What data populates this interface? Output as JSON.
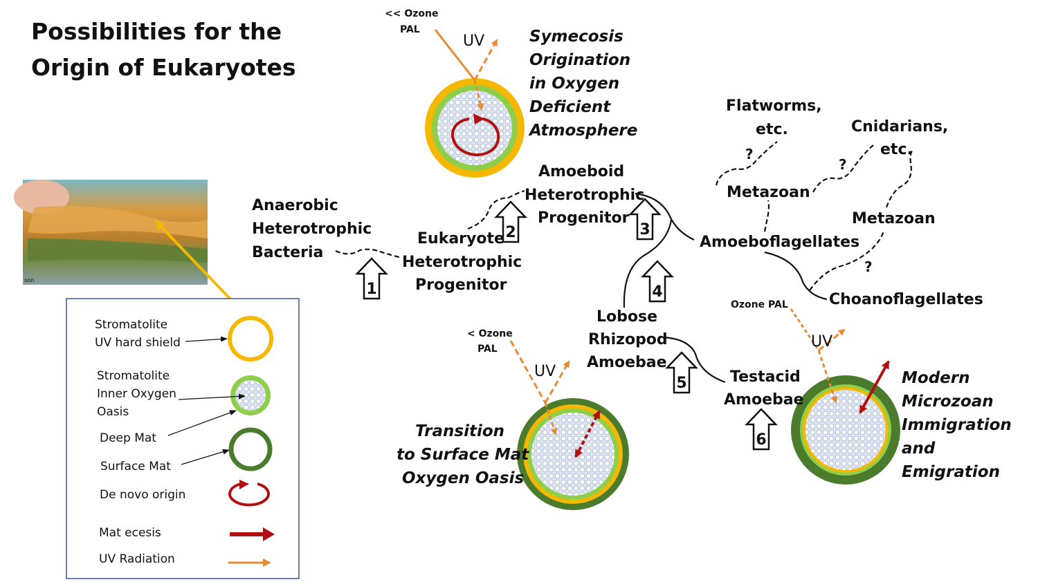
{
  "title": [
    "Possibilities for the",
    "Origin of Eukaryotes"
  ],
  "colors": {
    "stromatolite_shield": "#f5b800",
    "inner_oasis": "#8fce4a",
    "surface_mat": "#4b7b2c",
    "de_novo": "#b01010",
    "mat_ecesis": "#b01010",
    "uv": "#e58a35",
    "interior_fill": "#dfe6f2",
    "legend_border": "#3a5a8a"
  },
  "photo": {
    "caption_fragment": "son"
  },
  "legend": {
    "items": [
      {
        "label": [
          "Stromatolite",
          "UV hard shield"
        ],
        "symbol": "yellow-ring"
      },
      {
        "label": [
          "Stromatolite",
          "Inner Oxygen",
          "Oasis"
        ],
        "symbol": "green-oasis"
      },
      {
        "label": [
          "Deep Mat"
        ],
        "symbol": "deep-mat"
      },
      {
        "label": [
          "Surface Mat"
        ],
        "symbol": "dark-green-ring"
      },
      {
        "label": [
          "De novo origin"
        ],
        "symbol": "red-loop"
      },
      {
        "label": [
          "Mat ecesis"
        ],
        "symbol": "red-arrow"
      },
      {
        "label": [
          "UV Radiation"
        ],
        "symbol": "orange-arrow"
      }
    ]
  },
  "nodes": {
    "anaerobic": [
      "Anaerobic",
      "Heterotrophic",
      "Bacteria"
    ],
    "eukaryote": [
      "Eukaryote",
      "Heterotrophic",
      "Progenitor"
    ],
    "amoeboid": [
      "Amoeboid",
      "Heterotrophic",
      "Progenitor"
    ],
    "amoeboflagellates": "Amoeboflagellates",
    "metazoan_left": "Metazoan",
    "metazoan_right": "Metazoan",
    "flatworms": [
      "Flatworms,",
      "etc."
    ],
    "cnidarians": [
      "Cnidarians,",
      "etc."
    ],
    "choanoflagellates": "Choanoflagellates",
    "lobose": [
      "Lobose",
      "Rhizopod",
      "Amoebae"
    ],
    "testacid": [
      "Testacid",
      "Amoebae"
    ],
    "question_mark": "?"
  },
  "step_arrows": [
    "1",
    "2",
    "3",
    "4",
    "5",
    "6"
  ],
  "scenarios": {
    "symecosis": {
      "ozone": [
        "<< Ozone",
        "PAL"
      ],
      "uv": "UV",
      "label": [
        "Symecosis",
        "Origination",
        "in Oxygen",
        "Deficient",
        "Atmosphere"
      ]
    },
    "transition": {
      "ozone": [
        "< Ozone",
        "PAL"
      ],
      "uv": "UV",
      "label": [
        "Transition",
        "to Surface Mat",
        "Oxygen Oasis"
      ]
    },
    "modern": {
      "ozone": [
        "Ozone PAL"
      ],
      "uv": "UV",
      "label": [
        "Modern",
        "Microzoan",
        "Immigration",
        "and",
        "Emigration"
      ]
    }
  }
}
